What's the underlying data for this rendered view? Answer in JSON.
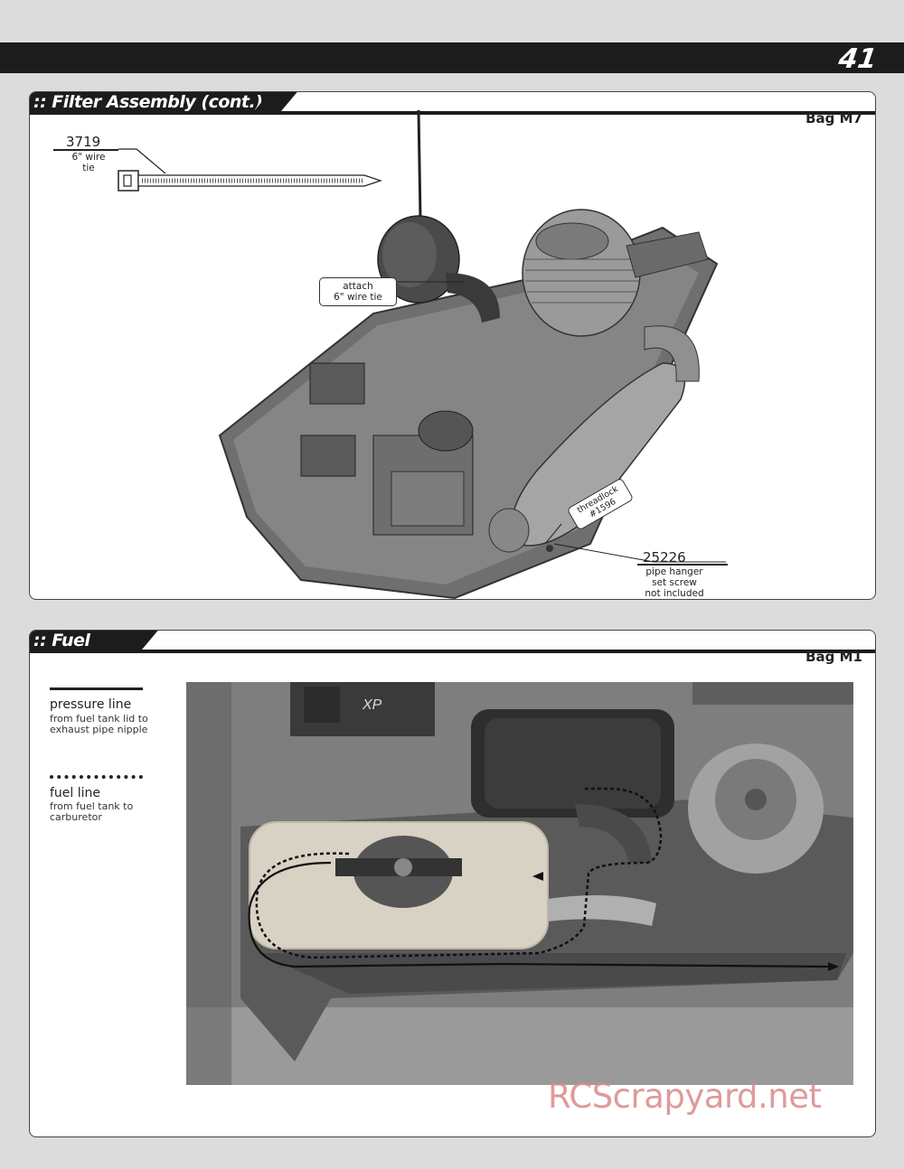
{
  "page": {
    "number": "41"
  },
  "section1": {
    "title": ":: Filter Assembly (cont.)",
    "bag": "Bag M7",
    "part1": {
      "number": "3719",
      "desc_line1": "6\" wire",
      "desc_line2": "tie"
    },
    "callout": {
      "line1": "attach",
      "line2": "6\" wire tie"
    },
    "threadlock": {
      "line1": "threadlock",
      "line2": "#1596"
    },
    "part2": {
      "number": "25226",
      "desc_line1": "pipe hanger",
      "desc_line2": "set screw",
      "desc_line3": "not included"
    }
  },
  "section2": {
    "title": ":: Fuel Line",
    "bag": "Bag M1",
    "legend": {
      "pressure_title": "pressure line",
      "pressure_sub": "from fuel tank lid to exhaust pipe nipple",
      "fuel_title": "fuel line",
      "fuel_sub": "from fuel tank to carburetor"
    },
    "photo_text": {
      "brand": "XP"
    }
  },
  "watermark": "RCScrapyard.net",
  "colors": {
    "header": "#1c1c1c",
    "background": "#dcdcdc",
    "watermark": "#d98a8a"
  }
}
